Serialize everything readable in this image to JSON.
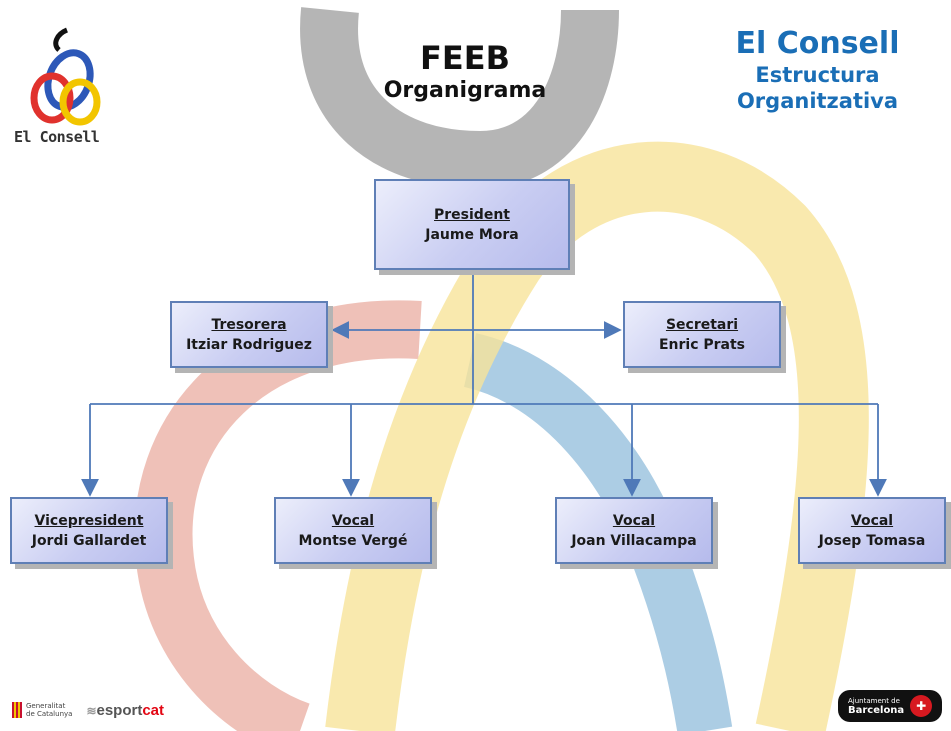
{
  "header": {
    "title": "FEEB",
    "subtitle": "Organigrama",
    "right_title": "El Consell",
    "right_subtitle_1": "Estructura",
    "right_subtitle_2": "Organitzativa",
    "logo_text": "El Consell"
  },
  "org": {
    "president": {
      "role": "President",
      "name": "Jaume Mora"
    },
    "tresorera": {
      "role": "Tresorera",
      "name": "Itziar Rodriguez"
    },
    "secretari": {
      "role": "Secretari",
      "name": "Enric Prats"
    },
    "vicepresident": {
      "role": "Vicepresident",
      "name": "Jordi Gallardet"
    },
    "vocal1": {
      "role": "Vocal",
      "name": "Montse Vergé"
    },
    "vocal2": {
      "role": "Vocal",
      "name": "Joan Villacampa"
    },
    "vocal3": {
      "role": "Vocal",
      "name": "Josep Tomasa"
    }
  },
  "footer": {
    "generalitat_1": "Generalitat",
    "generalitat_2": "de Catalunya",
    "esport_1": "esport",
    "esport_2": "cat",
    "ajuntament_1": "Ajuntament de",
    "ajuntament_2": "Barcelona"
  },
  "colors": {
    "title_blue": "#1a6eb6",
    "box_border": "#5f7fb6",
    "connector": "#4f79b8",
    "swirl_gray": "#a8a8a8",
    "swirl_yellow": "#f7e49a",
    "swirl_red": "#e8a79a",
    "swirl_blue": "#97c1dd"
  }
}
